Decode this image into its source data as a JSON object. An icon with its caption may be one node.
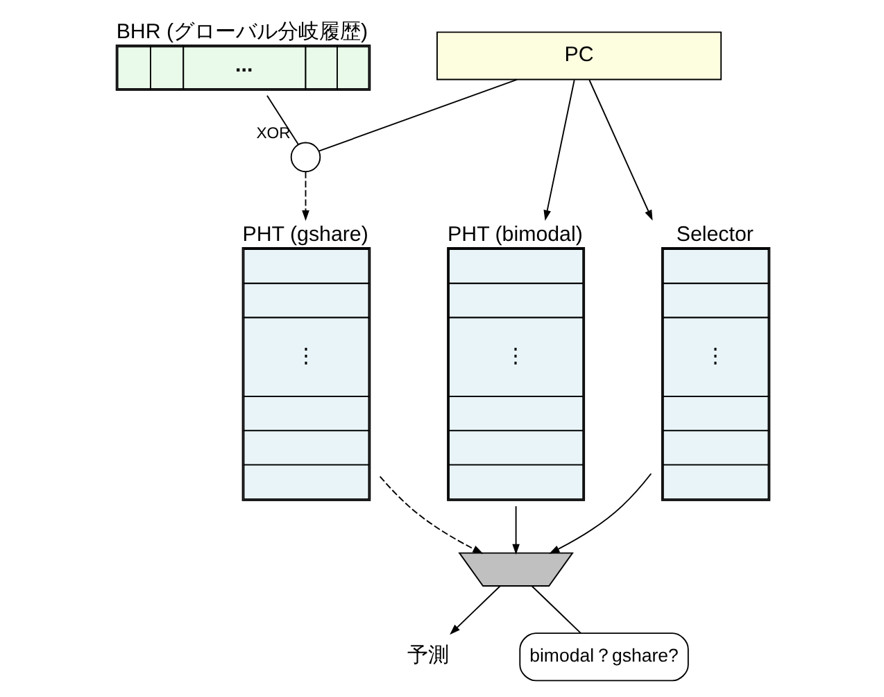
{
  "diagram": {
    "nodes": [
      {
        "text": [
          "BHR (グローバル分岐履歴)",
          "..."
        ]
      },
      {
        "text": [
          "PC"
        ]
      },
      {
        "text": [
          "XOR"
        ]
      },
      {
        "text": [
          "PHT (bimodal)",
          "⋮"
        ]
      },
      {
        "text": [
          "Selector",
          "⋮"
        ]
      },
      {
        "text": [
          "PHT (gshare)",
          "⋮"
        ]
      },
      {
        "text": [],
        "shape": "trapezoid"
      },
      {
        "text": [
          "予測"
        ]
      },
      {
        "text": [
          "bimodal？gshare?"
        ]
      }
    ],
    "edges": [
      {
        "from": 0,
        "to": 2,
        "arrow": "none"
      },
      {
        "from": 1,
        "to": 2,
        "arrow": "none"
      },
      {
        "from": 1,
        "to": 3,
        "arrow": "to"
      },
      {
        "from": 1,
        "to": 4,
        "arrow": "to"
      },
      {
        "from": 2,
        "to": 5,
        "arrow": "to",
        "style": "dashed"
      },
      {
        "from": 3,
        "to": 6,
        "arrow": "to"
      },
      {
        "from": 5,
        "to": 6,
        "arrow": "to",
        "style": "dashed"
      },
      {
        "from": 4,
        "to": 6,
        "arrow": "to"
      },
      {
        "from": 6,
        "to": 7,
        "arrow": "to"
      },
      {
        "from": 8,
        "to": 6,
        "arrow": "none"
      }
    ]
  }
}
